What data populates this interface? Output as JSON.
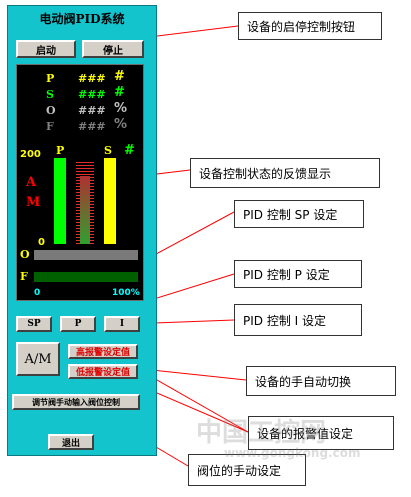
{
  "panel": {
    "title": "电动阀PID系统",
    "start_label": "启动",
    "stop_label": "停止",
    "params": [
      {
        "label": "P",
        "value": "###",
        "unit": "#"
      },
      {
        "label": "S",
        "value": "###",
        "unit": "#"
      },
      {
        "label": "O",
        "value": "###",
        "unit": "%"
      },
      {
        "label": "F",
        "value": "###",
        "unit": "%"
      }
    ],
    "scale_max": "200",
    "scale_min": "0",
    "bar_p_label": "P",
    "bar_s_label": "S",
    "bar_s_unit": "#",
    "mode_a": "A",
    "mode_m": "M",
    "o_label": "O",
    "f_label": "F",
    "f_min": "0",
    "f_max": "100%",
    "sp_button": "SP",
    "p_button": "P",
    "i_button": "I",
    "am_button": "A/M",
    "high_alarm": "高报警设定值",
    "low_alarm": "低报警设定值",
    "valve_manual": "调节阀手动输入阀位控制",
    "exit_label": "退出"
  },
  "callouts": {
    "start_stop": "设备的启停控制按钮",
    "feedback": "设备控制状态的反馈显示",
    "pid_sp": "PID 控制 SP 设定",
    "pid_p": "PID 控制 P 设定",
    "pid_i": "PID 控制 I 设定",
    "auto_manual": "设备的手自动切换",
    "alarm": "设备的报警值设定",
    "valve": "阀位的手动设定"
  },
  "colors": {
    "panel_bg": "#14c4cc",
    "screen_bg": "#000000",
    "p_color": "#ffff00",
    "s_color": "#00ff00",
    "o_color": "#c0c0c0",
    "f_color": "#808080",
    "a_m_color": "#ff0000",
    "leader_color": "#ff0000",
    "bar_green": "#00ff00",
    "bar_yellow": "#ffff00"
  },
  "watermark": {
    "cn": "中国工控网",
    "en": "www.gongkong.com"
  }
}
